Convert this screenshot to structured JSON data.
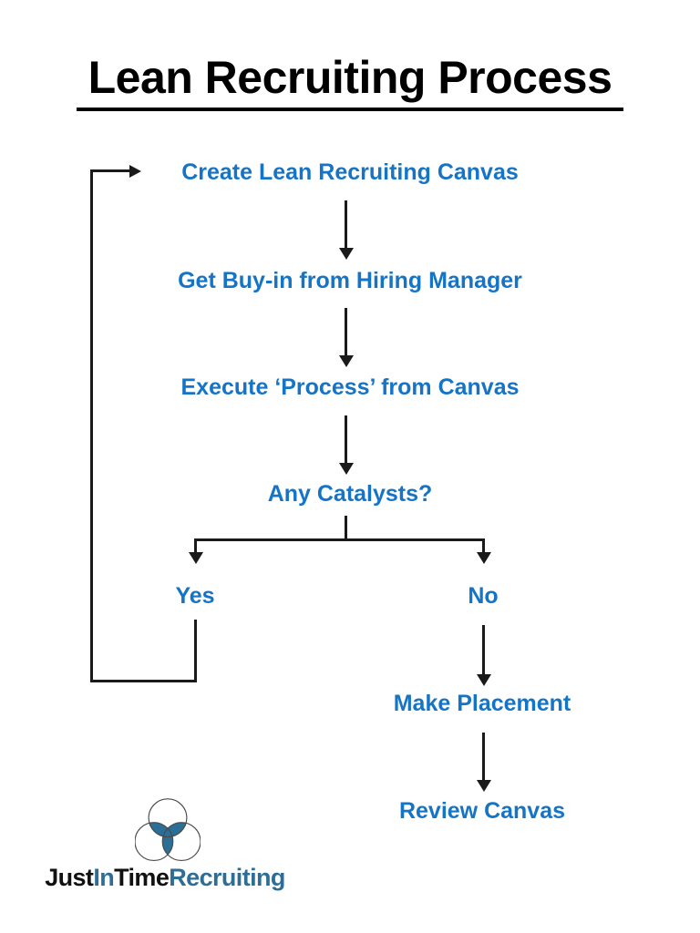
{
  "page": {
    "title": "Lean Recruiting Process",
    "background_color": "#ffffff",
    "accent_color": "#1574C5",
    "title_color": "#000000",
    "connector_color": "#1a1a1a"
  },
  "flow": {
    "steps": [
      {
        "id": "create-canvas",
        "label": "Create Lean Recruiting Canvas"
      },
      {
        "id": "get-buy-in",
        "label": "Get Buy-in from Hiring Manager"
      },
      {
        "id": "execute-process",
        "label": "Execute ‘Process’ from Canvas"
      },
      {
        "id": "any-catalysts",
        "label": "Any Catalysts?"
      },
      {
        "id": "branch-yes",
        "label": "Yes"
      },
      {
        "id": "branch-no",
        "label": "No"
      },
      {
        "id": "make-placement",
        "label": "Make Placement"
      },
      {
        "id": "review-canvas",
        "label": "Review Canvas"
      }
    ]
  },
  "logo": {
    "mark_name": "three-overlapping-circles-venn-logo",
    "mark_fill_color": "#2B6E96",
    "mark_stroke_color": "#4a4a4a",
    "text_parts": [
      {
        "text": "Just",
        "color": "#111111"
      },
      {
        "text": "In",
        "color": "#2E6E96"
      },
      {
        "text": "Time",
        "color": "#111111"
      },
      {
        "text": "Recruiting",
        "color": "#2E6E96"
      }
    ]
  }
}
